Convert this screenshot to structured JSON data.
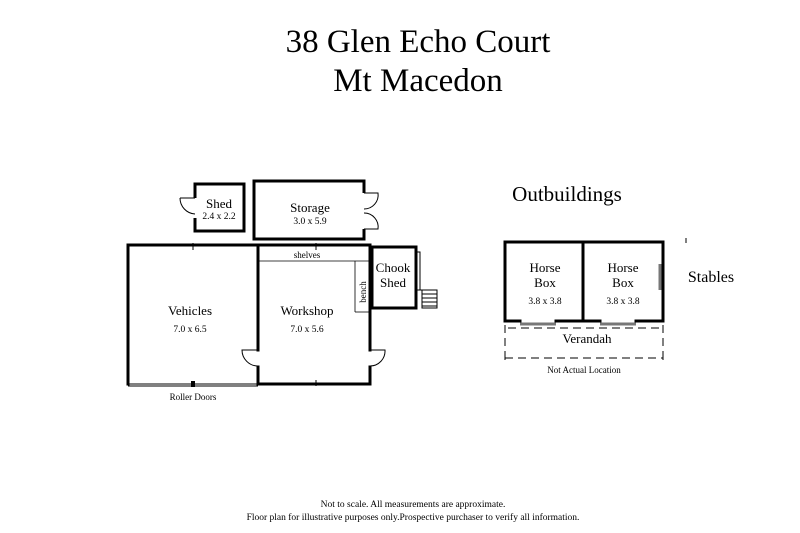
{
  "title": {
    "line1": "38 Glen Echo Court",
    "line2": "Mt Macedon"
  },
  "outbuildings_heading": "Outbuildings",
  "rooms": {
    "shed": {
      "name": "Shed",
      "dims": "2.4 x 2.2"
    },
    "storage": {
      "name": "Storage",
      "dims": "3.0 x 5.9"
    },
    "vehicles": {
      "name": "Vehicles",
      "dims": "7.0 x 6.5"
    },
    "workshop": {
      "name": "Workshop",
      "dims": "7.0 x 5.6"
    },
    "chook_shed": {
      "line1": "Chook",
      "line2": "Shed"
    },
    "horse_box_1": {
      "line1": "Horse",
      "line2": "Box",
      "dims": "3.8 x 3.8"
    },
    "horse_box_2": {
      "line1": "Horse",
      "line2": "Box",
      "dims": "3.8 x 3.8"
    },
    "verandah": {
      "name": "Verandah"
    }
  },
  "labels": {
    "shelves": "shelves",
    "bench": "bench",
    "roller_doors": "Roller Doors",
    "not_actual_location": "Not Actual Location",
    "stables": "Stables"
  },
  "disclaimer": {
    "line1": "Not to scale. All measurements are approximate.",
    "line2": "Floor plan for illustrative purposes only.Prospective purchaser to verify all information."
  }
}
